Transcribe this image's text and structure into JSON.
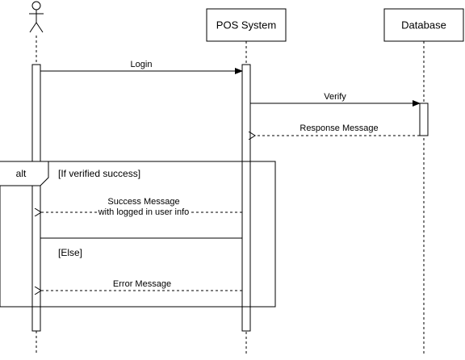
{
  "diagram": {
    "participants": {
      "actor": {
        "label": ""
      },
      "pos": {
        "label": "POS System"
      },
      "db": {
        "label": "Database"
      }
    },
    "messages": {
      "login": {
        "label": "Login"
      },
      "verify": {
        "label": "Verify"
      },
      "response": {
        "label": "Response Message"
      },
      "success": {
        "line1": "Success Message",
        "line2": "with logged in user info"
      },
      "error": {
        "label": "Error Message"
      }
    },
    "alt_frame": {
      "operator": "alt",
      "guard_if": "[If verified success]",
      "guard_else": "[Else]"
    }
  }
}
